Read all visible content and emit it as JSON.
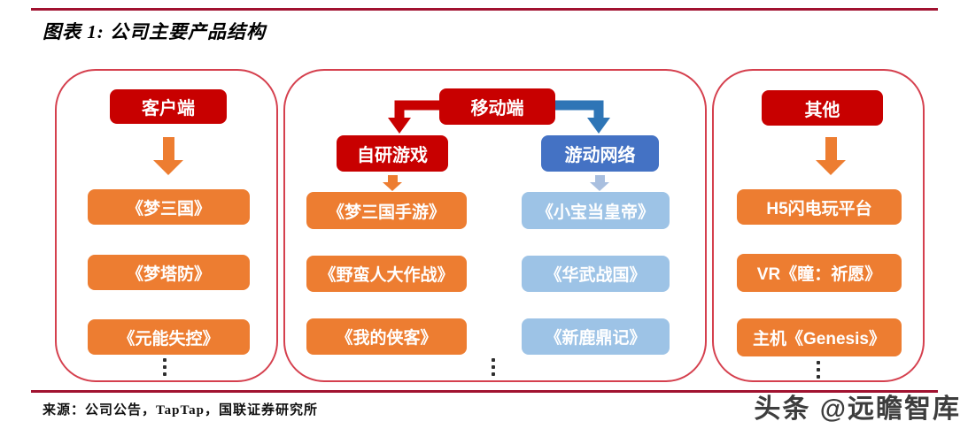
{
  "title": "图表 1: 公司主要产品结构",
  "source": "来源：公司公告，TapTap，国联证券研究所",
  "watermark": "头条 @远瞻智库",
  "colors": {
    "rule_red": "#A11230",
    "container_border": "#D5404E",
    "header_red": "#C80000",
    "orange": "#ED7D31",
    "branch_blue": "#4472C4",
    "light_blue": "#9DC3E6",
    "elbow_blue": "#2E75B6",
    "small_arrow_light_blue": "#A9BFDF",
    "text": "#FFFFFF"
  },
  "columns": [
    {
      "header": "客户端",
      "items": [
        "《梦三国》",
        "《梦塔防》",
        "《元能失控》"
      ]
    },
    {
      "header": "移动端",
      "branches": [
        {
          "label": "自研游戏",
          "items": [
            "《梦三国手游》",
            "《野蛮人大作战》",
            "《我的侠客》"
          ]
        },
        {
          "label": "游动网络",
          "items": [
            "《小宝当皇帝》",
            "《华武战国》",
            "《新鹿鼎记》"
          ]
        }
      ]
    },
    {
      "header": "其他",
      "items": [
        "H5闪电玩平台",
        "VR《瞳：祈愿》",
        "主机《Genesis》"
      ]
    }
  ]
}
